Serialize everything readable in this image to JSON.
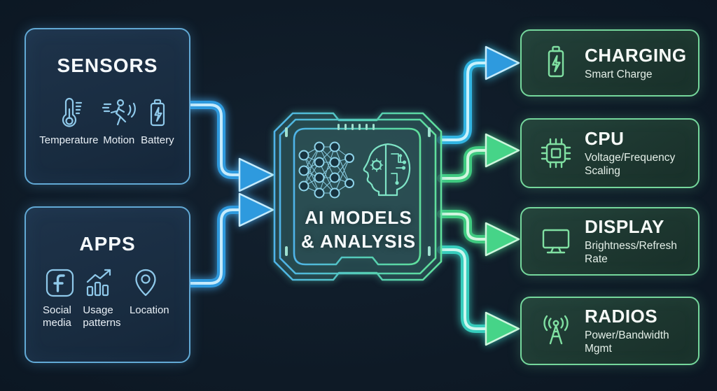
{
  "palette": {
    "background": "#0e1a26",
    "input_border_blue": "#62a9d5",
    "input_icon_blue": "#8fc9ea",
    "output_border_green": "#75d79c",
    "output_icon_green": "#80e0a2",
    "arrow_blue": "#2e9ade",
    "arrow_cyan": "#31b4e2",
    "arrow_green": "#3fca80",
    "arrow_teal": "#36cdbd",
    "text_primary": "#f5f9fc"
  },
  "sensors": {
    "title": "SENSORS",
    "items": [
      {
        "label": "Temperature",
        "icon": "thermometer-icon"
      },
      {
        "label": "Motion",
        "icon": "motion-runner-icon"
      },
      {
        "label": "Battery",
        "icon": "battery-icon"
      }
    ]
  },
  "apps": {
    "title": "APPS",
    "items": [
      {
        "label": "Social media",
        "icon": "facebook-icon"
      },
      {
        "label": "Usage patterns",
        "icon": "usage-chart-icon"
      },
      {
        "label": "Location",
        "icon": "location-pin-icon"
      }
    ]
  },
  "ai_core": {
    "title_line1": "AI MODELS",
    "title_line2": "& ANALYSIS",
    "icons": [
      "neural-network-icon",
      "ai-head-icon"
    ]
  },
  "outputs": [
    {
      "title": "CHARGING",
      "subtitle": "Smart Charge",
      "icon": "battery-charging-icon"
    },
    {
      "title": "CPU",
      "subtitle": "Voltage/Frequency Scaling",
      "icon": "cpu-chip-icon"
    },
    {
      "title": "DISPLAY",
      "subtitle": "Brightness/Refresh Rate",
      "icon": "monitor-icon"
    },
    {
      "title": "RADIOS",
      "subtitle": "Power/Bandwidth Mgmt",
      "icon": "radio-tower-icon"
    }
  ]
}
